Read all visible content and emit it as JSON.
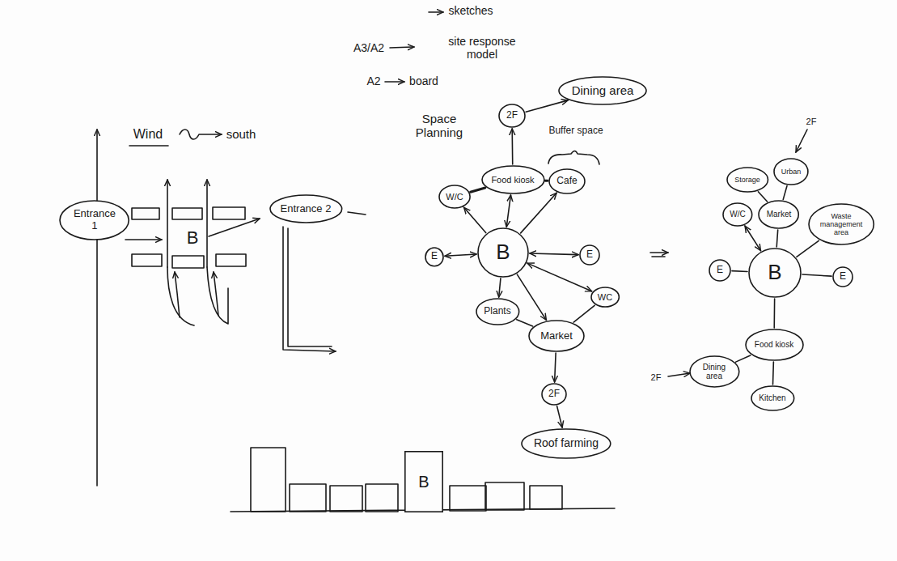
{
  "diagram": {
    "nodes": [
      {
        "text": [
          "Entrance 1"
        ]
      },
      {
        "text": [
          "Entrance 2"
        ]
      },
      {
        "text": [
          "2F"
        ]
      },
      {
        "text": [
          "Dining area"
        ]
      },
      {
        "text": [
          "Food kiosk"
        ]
      },
      {
        "text": [
          "Cafe"
        ]
      },
      {
        "text": [
          "W/C"
        ]
      },
      {
        "text": [
          "B"
        ]
      },
      {
        "text": [
          "E"
        ]
      },
      {
        "text": [
          "E"
        ]
      },
      {
        "text": [
          "Plants"
        ]
      },
      {
        "text": [
          "WC"
        ]
      },
      {
        "text": [
          "Market"
        ]
      },
      {
        "text": [
          "2F"
        ]
      },
      {
        "text": [
          "Roof farming"
        ]
      },
      {
        "text": [
          "Storage"
        ]
      },
      {
        "text": [
          "Urban"
        ]
      },
      {
        "text": [
          "W/C"
        ]
      },
      {
        "text": [
          "Market"
        ]
      },
      {
        "text": [
          "Waste management area"
        ]
      },
      {
        "text": [
          "E"
        ]
      },
      {
        "text": [
          "B"
        ]
      },
      {
        "text": [
          "E"
        ]
      },
      {
        "text": [
          "Food kiosk"
        ]
      },
      {
        "text": [
          "Dining area"
        ]
      },
      {
        "text": [
          "Kitchen"
        ]
      },
      {
        "text": [
          "B"
        ]
      }
    ],
    "edges": [
      {
        "from": 7,
        "to": 8,
        "arrow": "both"
      },
      {
        "from": 7,
        "to": 9,
        "arrow": "both"
      },
      {
        "from": 7,
        "to": 4,
        "arrow": "both"
      },
      {
        "from": 6,
        "to": 4,
        "arrow": "none"
      },
      {
        "from": 7,
        "to": 6,
        "arrow": "to"
      },
      {
        "from": 4,
        "to": 5,
        "arrow": "none"
      },
      {
        "from": 7,
        "to": 5,
        "arrow": "to"
      },
      {
        "from": 4,
        "to": 2,
        "arrow": "to"
      },
      {
        "from": 2,
        "to": 3,
        "arrow": "to"
      },
      {
        "from": 7,
        "to": 10,
        "arrow": "to"
      },
      {
        "from": 7,
        "to": 12,
        "arrow": "to"
      },
      {
        "from": 7,
        "to": 11,
        "arrow": "both"
      },
      {
        "from": 10,
        "to": 12,
        "arrow": "none"
      },
      {
        "from": 12,
        "to": 11,
        "arrow": "none"
      },
      {
        "from": 12,
        "to": 13,
        "arrow": "to"
      },
      {
        "from": 13,
        "to": 14,
        "arrow": "to"
      },
      {
        "from": 15,
        "to": 18,
        "arrow": "none"
      },
      {
        "from": 16,
        "to": 18,
        "arrow": "none"
      },
      {
        "from": 17,
        "to": 21,
        "arrow": "both"
      },
      {
        "from": 18,
        "to": 21,
        "arrow": "none"
      },
      {
        "from": 19,
        "to": 21,
        "arrow": "none"
      },
      {
        "from": 20,
        "to": 21,
        "arrow": "none"
      },
      {
        "from": 22,
        "to": 21,
        "arrow": "none"
      },
      {
        "from": 21,
        "to": 23,
        "arrow": "none"
      },
      {
        "from": 23,
        "to": 24,
        "arrow": "none"
      },
      {
        "from": 23,
        "to": 25,
        "arrow": "none"
      }
    ],
    "labels": [
      "sketches",
      "A3/A2",
      "site response model",
      "A2",
      "board",
      "Wind",
      "south",
      "B",
      "Space Planning",
      "Buffer space",
      "2F",
      "2F"
    ]
  }
}
